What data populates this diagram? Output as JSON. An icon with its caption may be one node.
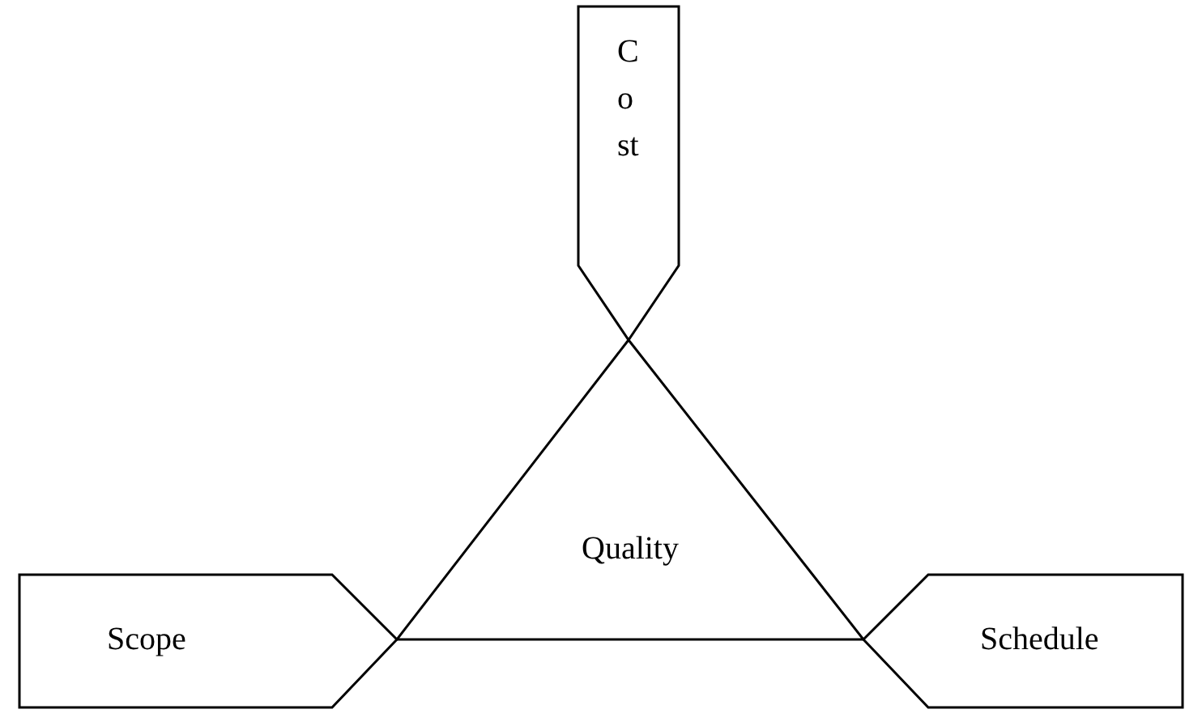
{
  "diagram": {
    "nodes": [
      {
        "text": [
          "Cost"
        ]
      },
      {
        "text": [
          "Quality"
        ]
      },
      {
        "text": [
          "Scope"
        ]
      },
      {
        "text": [
          "Schedule"
        ]
      }
    ]
  }
}
